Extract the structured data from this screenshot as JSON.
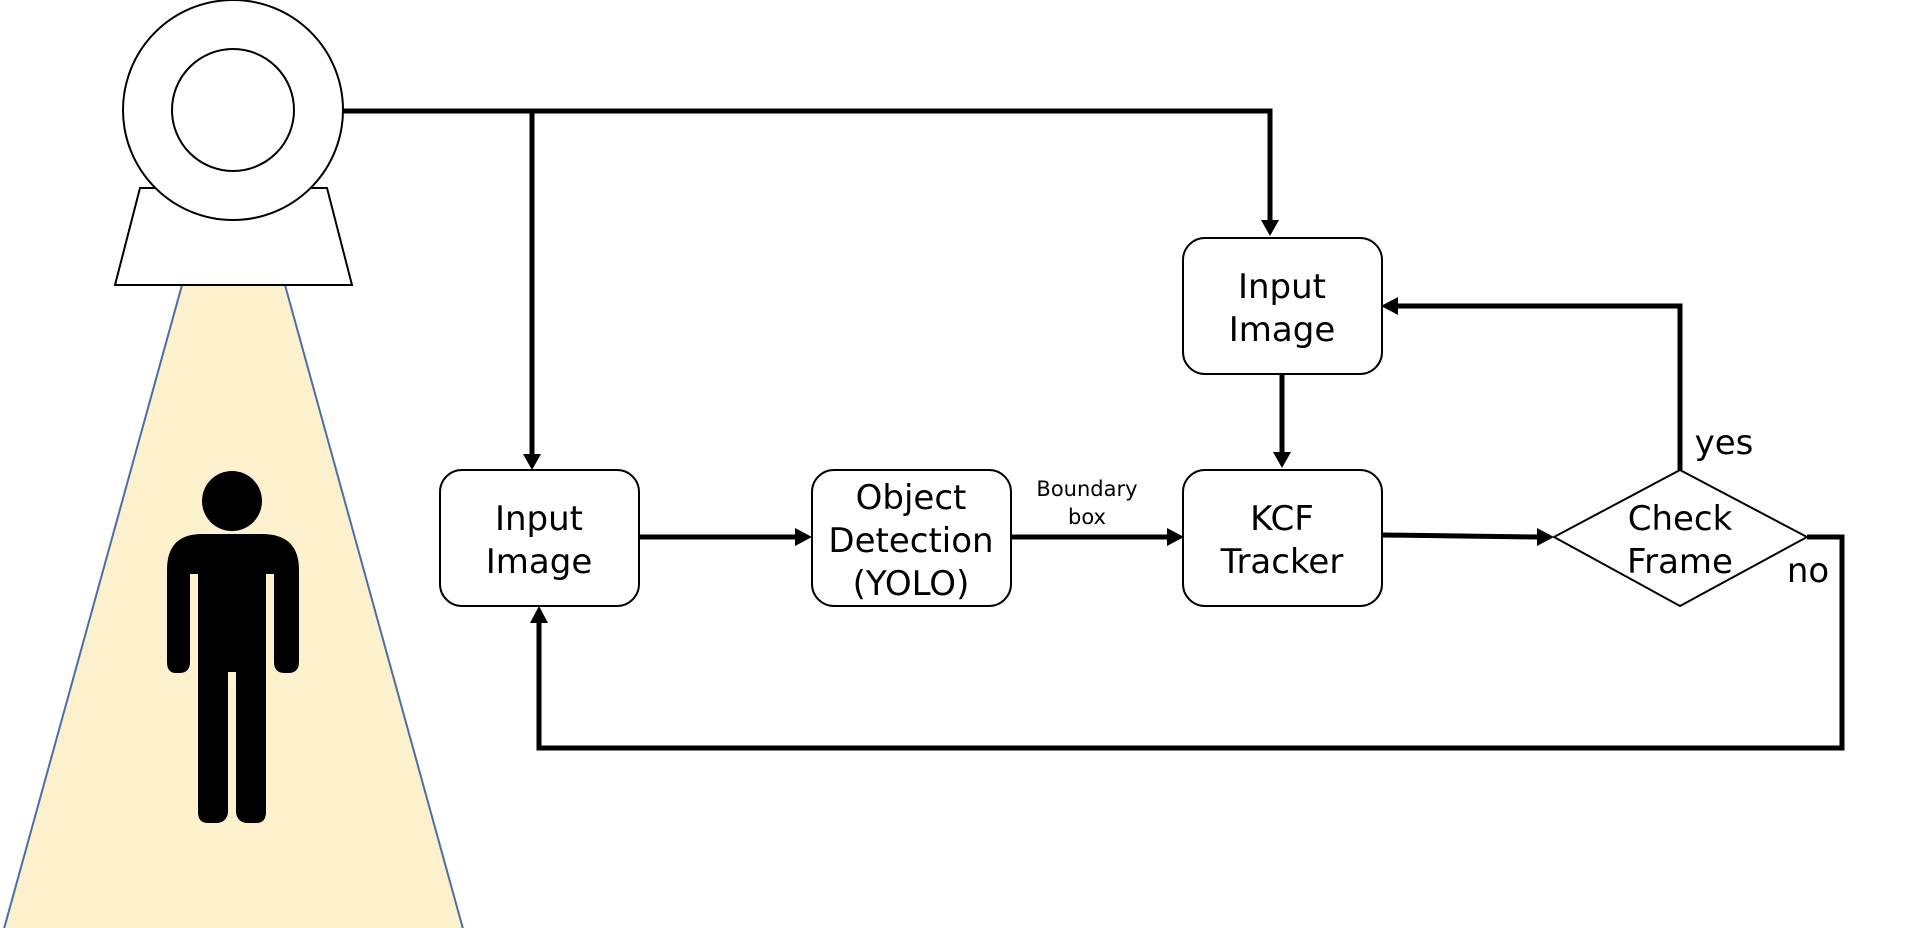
{
  "nodes": {
    "input_image_top": {
      "line1": "Input",
      "line2": "Image"
    },
    "input_image_main": {
      "line1": "Input",
      "line2": "Image"
    },
    "object_detection": {
      "line1": "Object",
      "line2": "Detection",
      "line3": "(YOLO)"
    },
    "kcf_tracker": {
      "line1": "KCF",
      "line2": "Tracker"
    },
    "check_frame": {
      "line1": "Check",
      "line2": "Frame"
    }
  },
  "edge_labels": {
    "boundary_line1": "Boundary",
    "boundary_line2": "box",
    "yes": "yes",
    "no": "no"
  },
  "colors": {
    "light_cone": "#fdf0cc",
    "light_cone_edge": "#4a6fa5",
    "stroke": "#000000"
  }
}
